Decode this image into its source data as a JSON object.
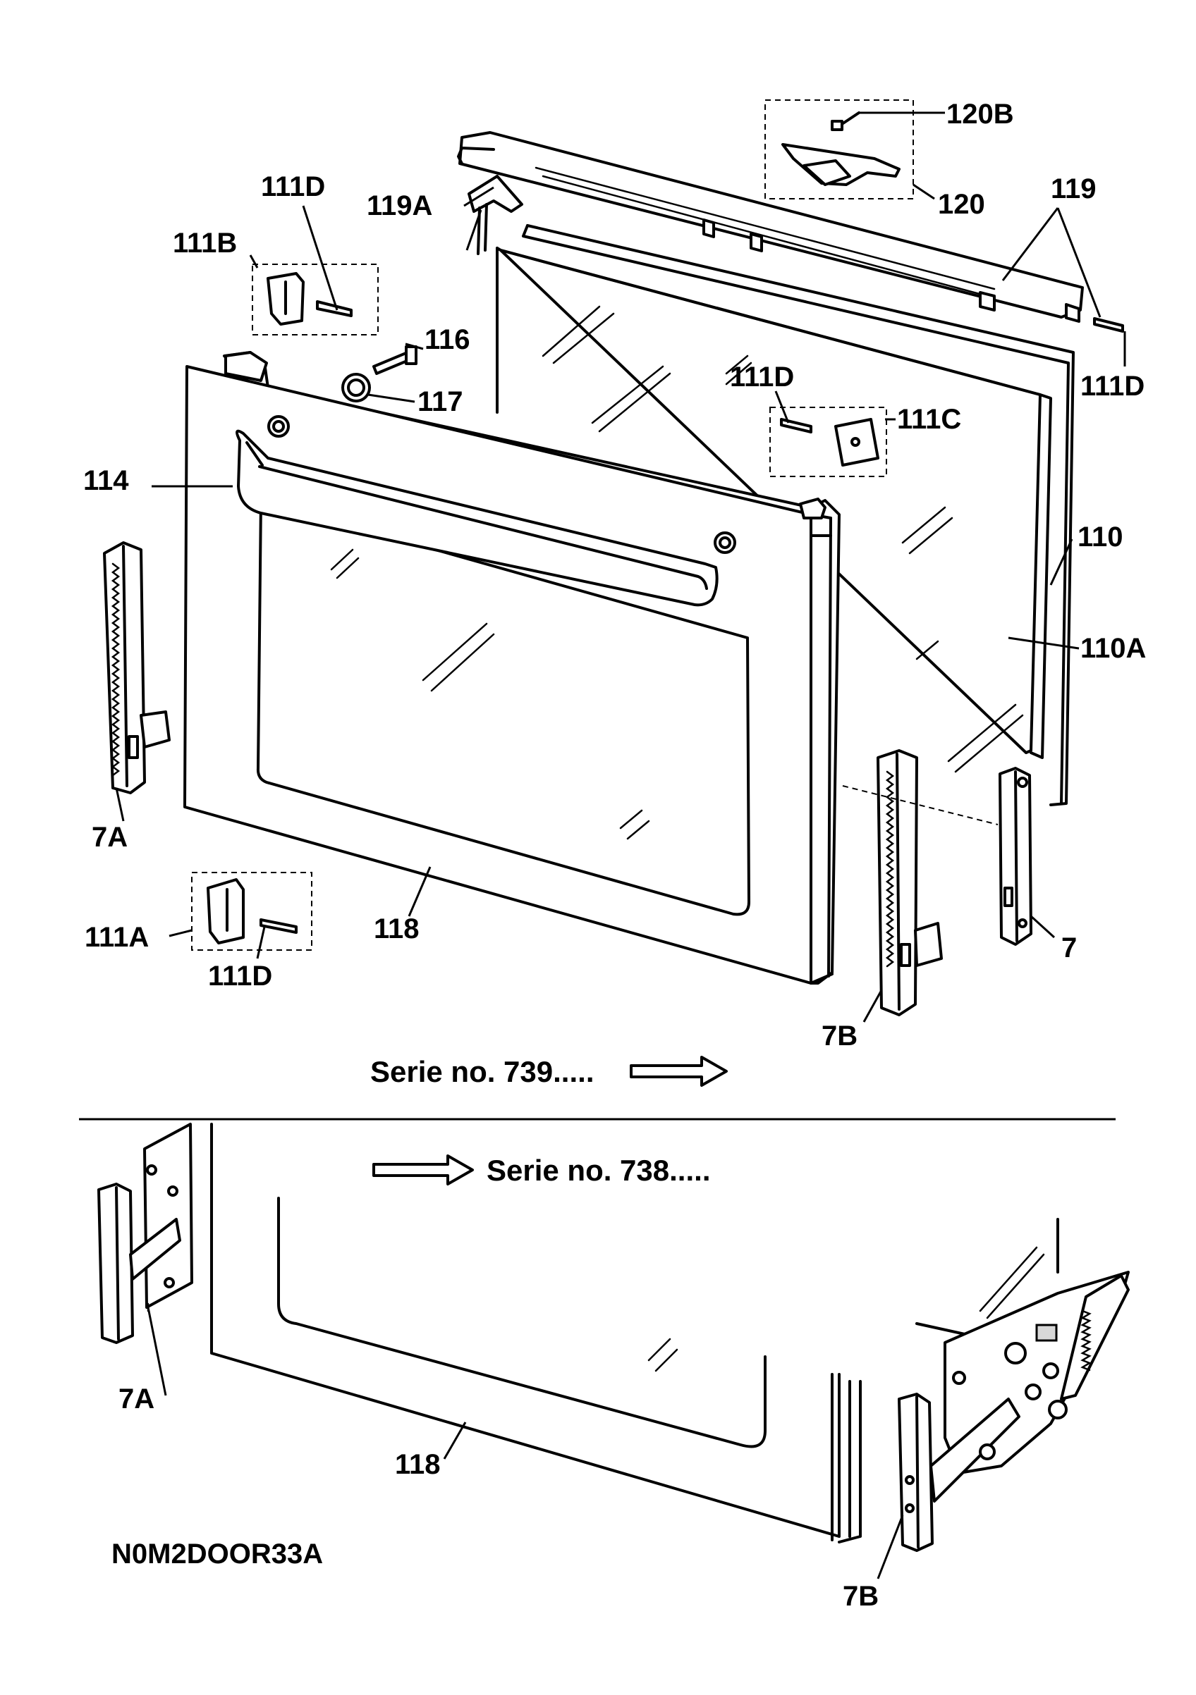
{
  "callouts": {
    "l120B": "120B",
    "l120": "120",
    "l119": "119",
    "l119A": "119A",
    "l111D_top": "111D",
    "l111B": "111B",
    "l116": "116",
    "l117": "117",
    "l111D_right": "111D",
    "l111D_mid": "111D",
    "l111C": "111C",
    "l114": "114",
    "l110": "110",
    "l110A": "110A",
    "l7A_top": "7A",
    "l118_top": "118",
    "l111A": "111A",
    "l111D_bottom": "111D",
    "l7": "7",
    "l7B_top": "7B",
    "l7A_bottom": "7A",
    "l118_bottom": "118",
    "l7B_bottom": "7B"
  },
  "serie": {
    "upper": "Serie no. 739.....",
    "lower": "Serie no. 738....."
  },
  "drawing_code": "N0M2DOOR33A"
}
